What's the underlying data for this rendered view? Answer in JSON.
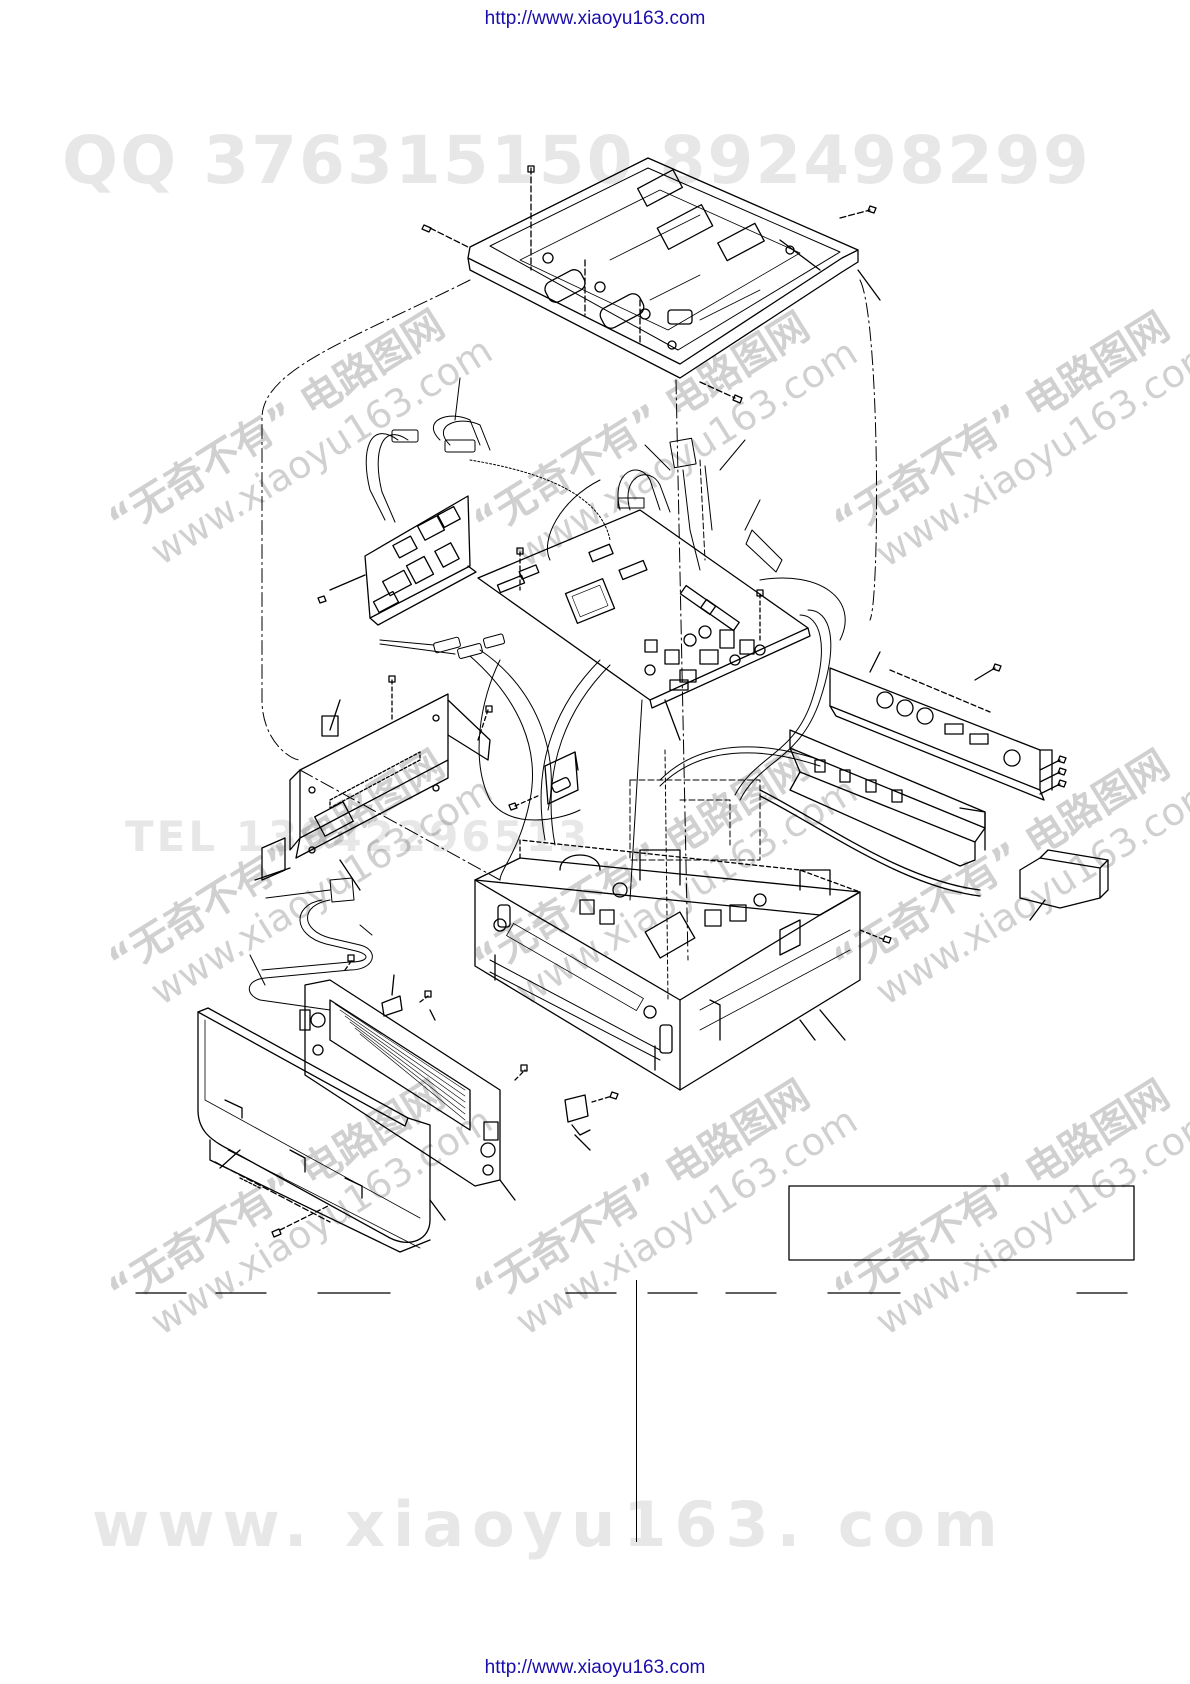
{
  "header": {
    "url": "http://www.xiaoyu163.com"
  },
  "footer": {
    "url": "http://www.xiaoyu163.com"
  },
  "watermarks": {
    "qq": "QQ 376315150  892498299",
    "cn": "“无奇不有” 电路图网",
    "web": "www.xiaoyu163.com",
    "bottom": "www. xiaoyu163. com",
    "tel": "TEL 13942296513"
  },
  "colors": {
    "link": "#1a0dab",
    "line": "#000000",
    "watermark": "#777777"
  }
}
